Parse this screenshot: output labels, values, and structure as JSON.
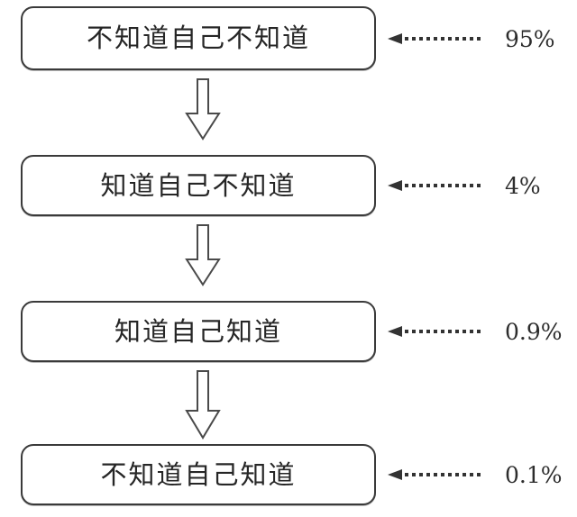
{
  "figure": {
    "type": "flow-diagram",
    "orientation": "vertical",
    "background_color": "#ffffff",
    "box_border_color": "#3a3a3a",
    "text_color": "#262626"
  },
  "chart_data": {
    "type": "bar",
    "title": "",
    "xlabel": "",
    "ylabel": "",
    "categories": [
      "不知道自己不知道",
      "知道自己不知道",
      "知道自己知道",
      "不知道自己知道"
    ],
    "values": [
      95,
      4,
      0.9,
      0.1
    ],
    "value_labels": [
      "95%",
      "4%",
      "0.9%",
      "0.1%"
    ],
    "ylim": [
      0,
      100
    ],
    "grid": false,
    "legend": "none"
  },
  "stages": [
    {
      "label": "不知道自己不知道",
      "percent": "95%",
      "arrow_icon": "dotted-left-arrow-icon",
      "connector_icon": "down-block-arrow-icon"
    },
    {
      "label": "知道自己不知道",
      "percent": "4%",
      "arrow_icon": "dotted-left-arrow-icon",
      "connector_icon": "down-block-arrow-icon"
    },
    {
      "label": "知道自己知道",
      "percent": "0.9%",
      "arrow_icon": "dotted-left-arrow-icon",
      "connector_icon": "down-block-arrow-icon"
    },
    {
      "label": "不知道自己知道",
      "percent": "0.1%",
      "arrow_icon": "dotted-left-arrow-icon",
      "connector_icon": null
    }
  ]
}
